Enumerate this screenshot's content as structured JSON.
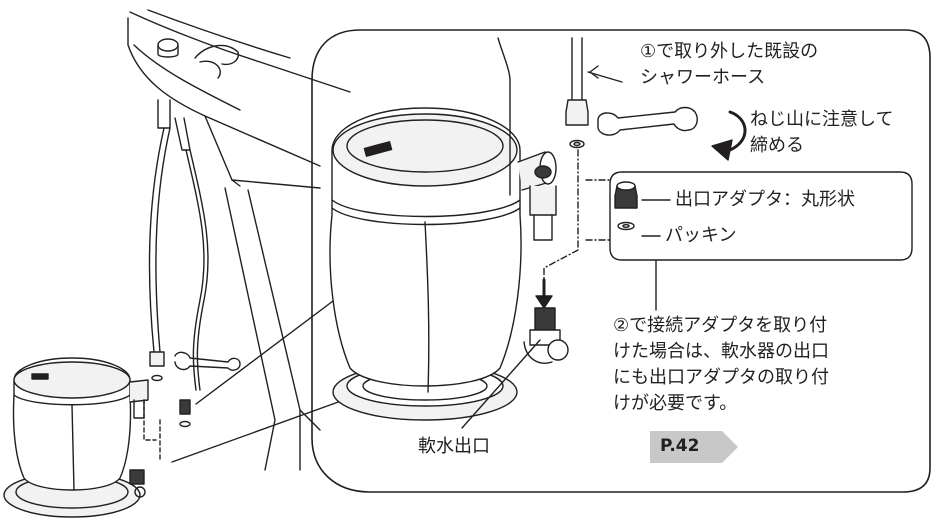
{
  "labels": {
    "shower_hose_line1": "①で取り外した既設の",
    "shower_hose_line2": "シャワーホース",
    "tighten_line1": "ねじ山に注意して",
    "tighten_line2": "締める",
    "outlet_adapter": "出口アダプタ：丸形状",
    "packing": "パッキン",
    "softwater_outlet": "軟水出口"
  },
  "note": {
    "lines": [
      "②で接続アダプタを取り付",
      "けた場合は、軟水器の出口",
      "にも出口アダプタの取り付",
      "けが必要です。"
    ]
  },
  "page_ref": {
    "label": "P.42",
    "color": "#c8c8c8"
  },
  "colors": {
    "line": "#231f20",
    "fill_light": "#f2f2f2",
    "fill_dark": "#3a3a3a"
  }
}
